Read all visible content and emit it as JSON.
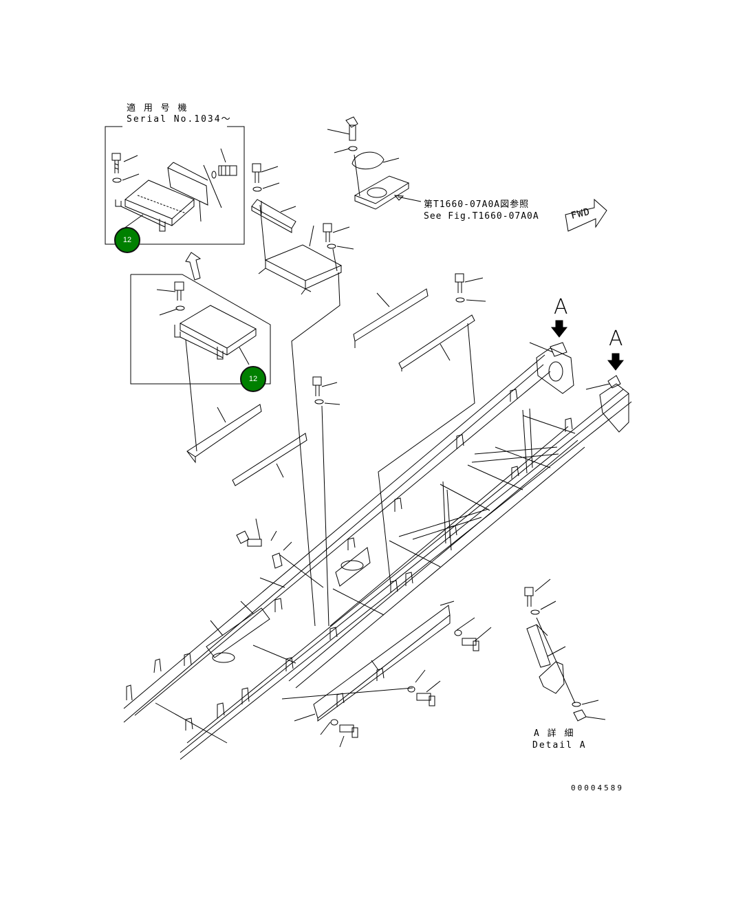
{
  "applicable": {
    "jp": "適 用 号 機",
    "serial": "Serial No.1034～"
  },
  "reference": {
    "jp": "第T1660-07A0A図参照",
    "en": "See Fig.T1660-07A0A"
  },
  "fwd_label": "FWD",
  "view_markers": [
    "A",
    "A"
  ],
  "detail": {
    "jp": "A 詳 細",
    "en": "Detail A"
  },
  "drawing_number": "00004589",
  "callouts": [
    {
      "label": "12"
    },
    {
      "label": "12"
    }
  ],
  "colors": {
    "callout_fill": "#008000",
    "line": "#000000"
  }
}
